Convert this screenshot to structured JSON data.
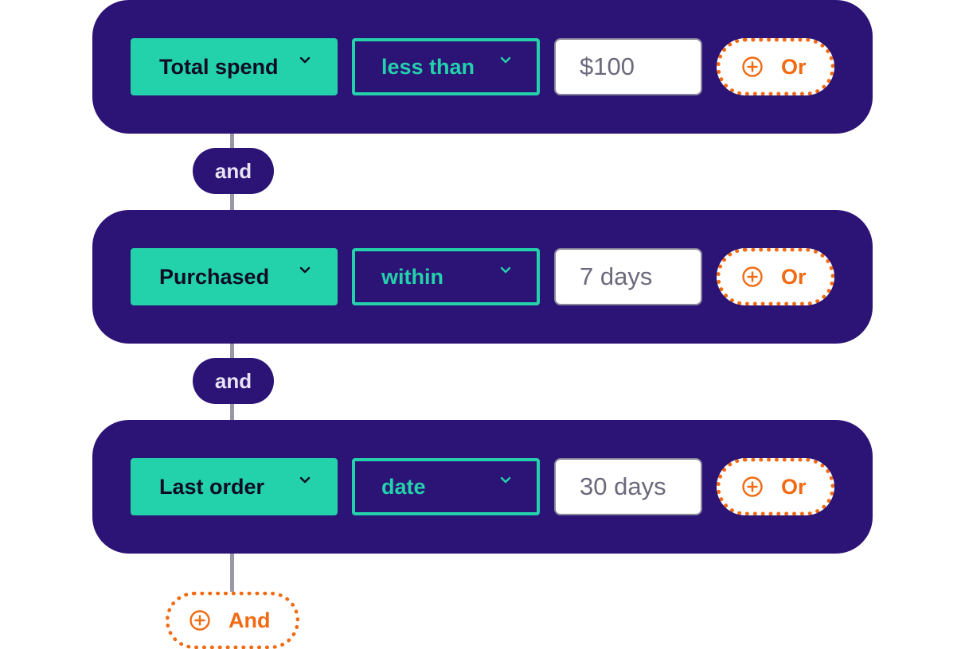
{
  "connector_words": [
    "and",
    "and"
  ],
  "rules": [
    {
      "field": "Total spend",
      "operator": "less than",
      "value": "$100",
      "or_label": "Or"
    },
    {
      "field": "Purchased",
      "operator": "within",
      "value": "7 days",
      "or_label": "Or"
    },
    {
      "field": "Last order",
      "operator": "date",
      "value": "30 days",
      "or_label": "Or"
    }
  ],
  "add_and_label": "And",
  "icons": {
    "dropdown": "chevron-down-icon",
    "add": "plus-circle-icon"
  },
  "colors": {
    "row_background": "#2c1376",
    "accent_green": "#23d2aa",
    "accent_orange": "#f26a12",
    "connector_line": "#9a97a6"
  }
}
